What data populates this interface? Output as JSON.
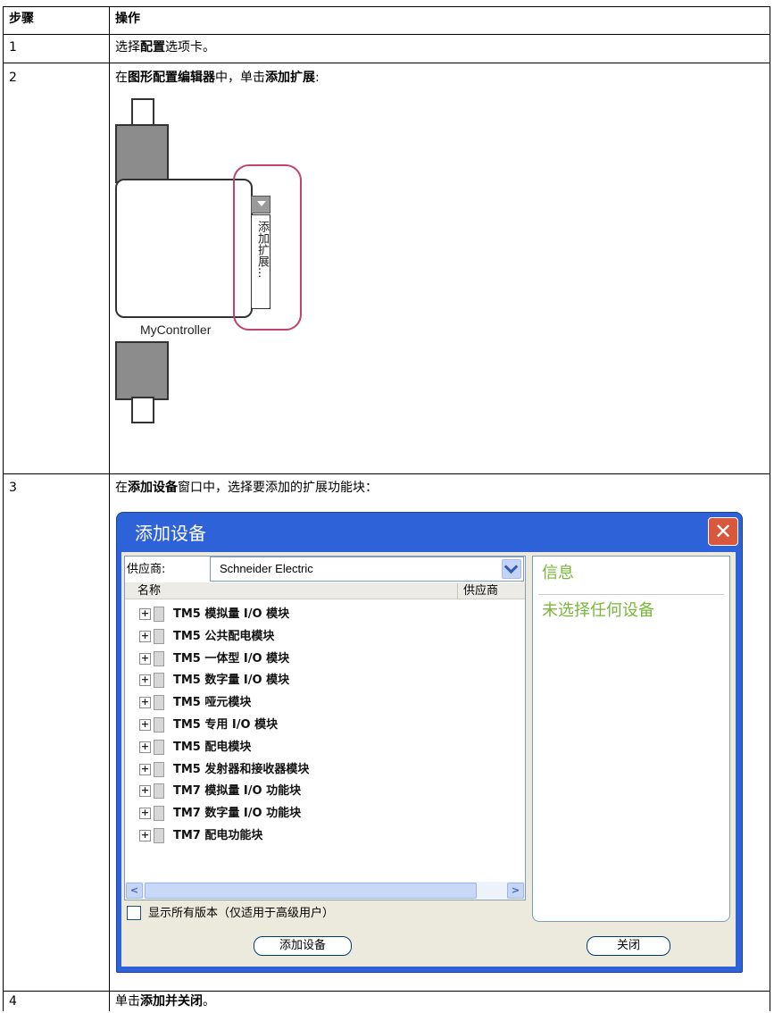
{
  "table": {
    "header": {
      "col1": "步骤",
      "col2": "操作"
    },
    "row1": {
      "step": "1",
      "t1": "选择",
      "b1": "配置",
      "t2": "选项卡。"
    },
    "row2": {
      "step": "2",
      "t1": "在",
      "b1": "图形配置编辑器",
      "t2": "中，单击",
      "b2": "添加扩展",
      "t3": ":"
    },
    "row3": {
      "step": "3",
      "t1": "在",
      "b1": "添加设备",
      "t2": "窗口中，选择要添加的扩展功能块："
    },
    "row4": {
      "step": "4",
      "t1": "单击",
      "b1": "添加并关闭",
      "t2": "。"
    }
  },
  "diagram": {
    "controller_label": "MyController",
    "extension_button_label": "添加扩展...",
    "highlight_color": "#c0426e"
  },
  "dialog": {
    "title": "添加设备",
    "close_icon": "close-x",
    "vendor_label": "供应商:",
    "vendor_value": "Schneider Electric",
    "columns": {
      "name": "名称",
      "vendor": "供应商"
    },
    "tree_items": [
      "TM5 模拟量 I/O 模块",
      "TM5 公共配电模块",
      "TM5 一体型 I/O 模块",
      "TM5 数字量 I/O 模块",
      "TM5 哑元模块",
      "TM5 专用 I/O 模块",
      "TM5 配电模块",
      "TM5 发射器和接收器模块",
      "TM7 模拟量 I/O 功能块",
      "TM7 数字量 I/O 功能块",
      "TM7 配电功能块"
    ],
    "show_all_versions": "显示所有版本（仅适用于高级用户）",
    "add_button": "添加设备",
    "close_button": "关闭",
    "info_heading": "信息",
    "info_text": "未选择任何设备",
    "title_bar_color": "#2d62d8",
    "info_color": "#7ab63b"
  }
}
